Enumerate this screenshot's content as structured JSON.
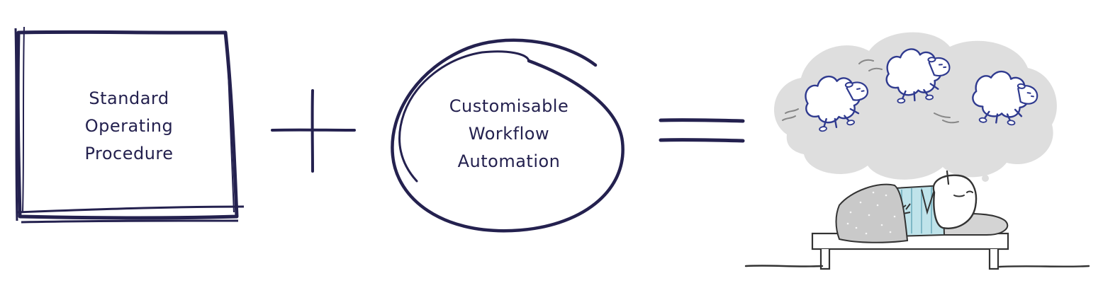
{
  "diagram": {
    "box_label_lines": [
      "Standard",
      "Operating",
      "Procedure"
    ],
    "circle_label_lines": [
      "Customisable",
      "Workflow",
      "Automation"
    ],
    "operators": [
      "plus-sign",
      "equals-sign"
    ],
    "result_illustration": "person-sleeping-dreaming-of-sheep",
    "colors": {
      "ink": "#24214f",
      "sheep": "#2f3a8f",
      "cloud": "#dedede",
      "blanket": "#c9c9c9",
      "pillow": "#d4d4d4",
      "pajamas": "#bfe3ea",
      "line": "#333333"
    }
  }
}
